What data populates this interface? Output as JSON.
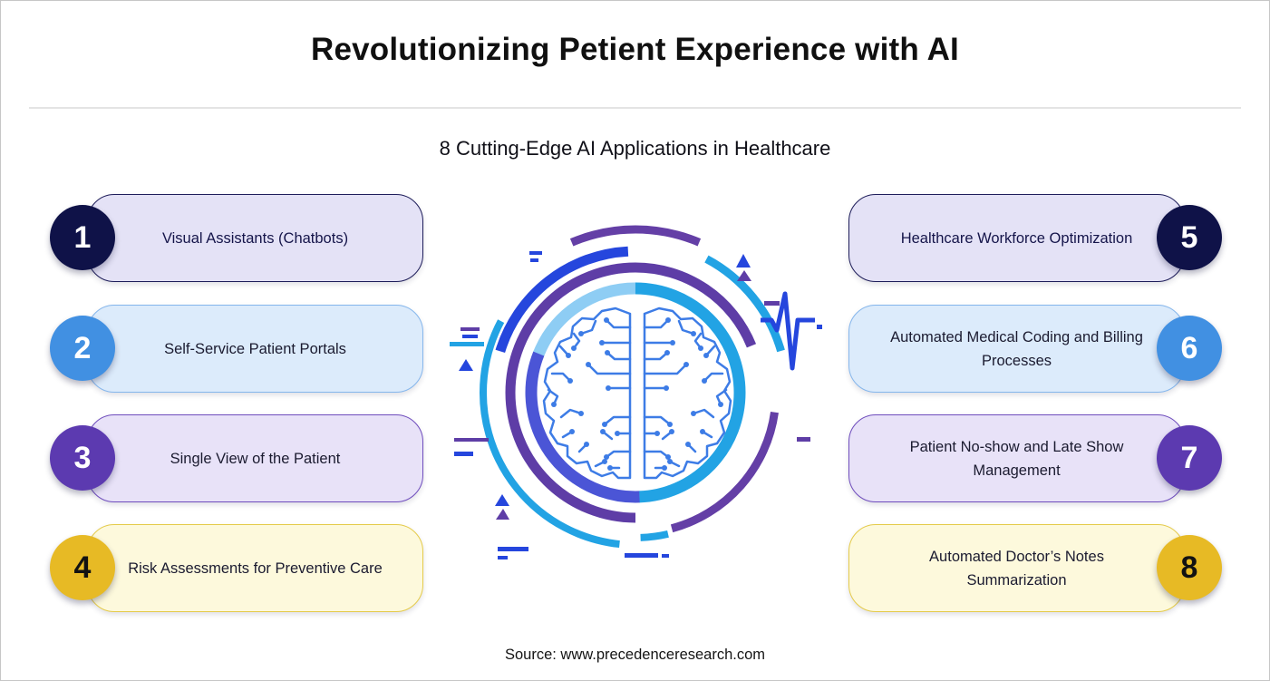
{
  "title": "Revolutionizing Petient Experience with AI",
  "subtitle": "8 Cutting-Edge AI Applications in Healthcare",
  "source": "Source: www.precedenceresearch.com",
  "center": {
    "icon": "ai-brain-circuit-icon"
  },
  "colors": {
    "navy": "#0f1248",
    "blue": "#4190e2",
    "purple": "#5c3ab0",
    "gold": "#e7ba25",
    "sky_blue": "#22a3e4",
    "light_blue": "#8ecdf4",
    "indigo": "#4b55d6",
    "royal_blue": "#2546dd",
    "arc_purple": "#5e3da6",
    "brain_blue": "#3d7ce6"
  },
  "items_left": [
    {
      "number": "1",
      "label": "Visual Assistants (Chatbots)"
    },
    {
      "number": "2",
      "label": "Self-Service Patient Portals"
    },
    {
      "number": "3",
      "label": "Single View of the Patient"
    },
    {
      "number": "4",
      "label": "Risk Assessments for Preventive Care"
    }
  ],
  "items_right": [
    {
      "number": "5",
      "label": "Healthcare Workforce Optimization"
    },
    {
      "number": "6",
      "label": "Automated Medical Coding and Billing Processes"
    },
    {
      "number": "7",
      "label": "Patient No-show and Late Show Management"
    },
    {
      "number": "8",
      "label": "Automated Doctor’s Notes Summarization"
    }
  ]
}
